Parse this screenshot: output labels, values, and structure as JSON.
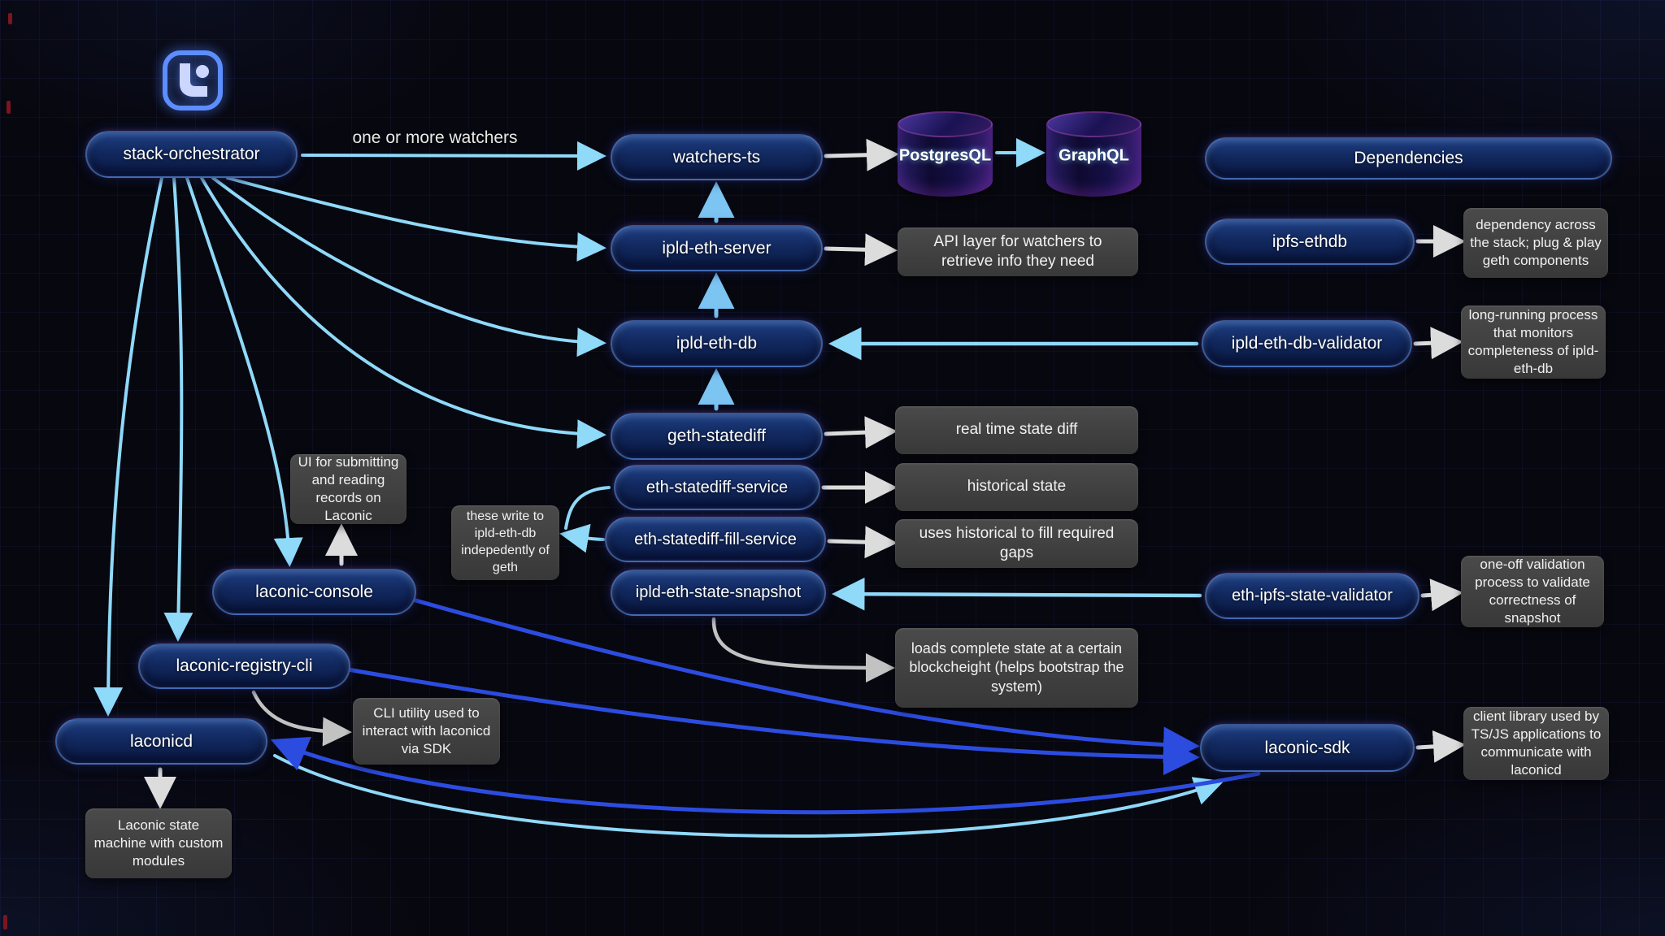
{
  "labels": {
    "watchers_note": "one or more watchers"
  },
  "nodes": {
    "stack_orchestrator": "stack-orchestrator",
    "watchers_ts": "watchers-ts",
    "postgresql": "PostgresQL",
    "graphql": "GraphQL",
    "dependencies": "Dependencies",
    "ipld_eth_server": "ipld-eth-server",
    "ipfs_ethdb": "ipfs-ethdb",
    "ipld_eth_db": "ipld-eth-db",
    "ipld_eth_db_validator": "ipld-eth-db-validator",
    "geth_statediff": "geth-statediff",
    "eth_statediff_service": "eth-statediff-service",
    "eth_statediff_fill_service": "eth-statediff-fill-service",
    "ipld_eth_state_snapshot": "ipld-eth-state-snapshot",
    "eth_ipfs_state_validator": "eth-ipfs-state-validator",
    "laconic_console": "laconic-console",
    "laconic_registry_cli": "laconic-registry-cli",
    "laconicd": "laconicd",
    "laconic_sdk": "laconic-sdk"
  },
  "notes": {
    "api_layer": "API layer for watchers to retrieve info they need",
    "dependency_across": "dependency across the stack; plug & play geth components",
    "long_running": "long-running process that monitors completeness of ipld-eth-db",
    "real_time": "real time state diff",
    "historical_state": "historical state",
    "uses_historical": "uses historical to fill required gaps",
    "these_write": "these write to ipld-eth-db indepedently of geth",
    "one_off": "one-off validation process to validate correctness of snapshot",
    "ui_for_submitting": "UI for submitting and reading records on Laconic",
    "cli_utility": "CLI utility used to interact with laconicd via SDK",
    "loads_complete": "loads complete state at a certain blockcheight (helps bootstrap the system)",
    "client_library": "client library used by TS/JS applications to communicate with laconicd",
    "laconic_state_machine": "Laconic state machine with custom modules"
  }
}
